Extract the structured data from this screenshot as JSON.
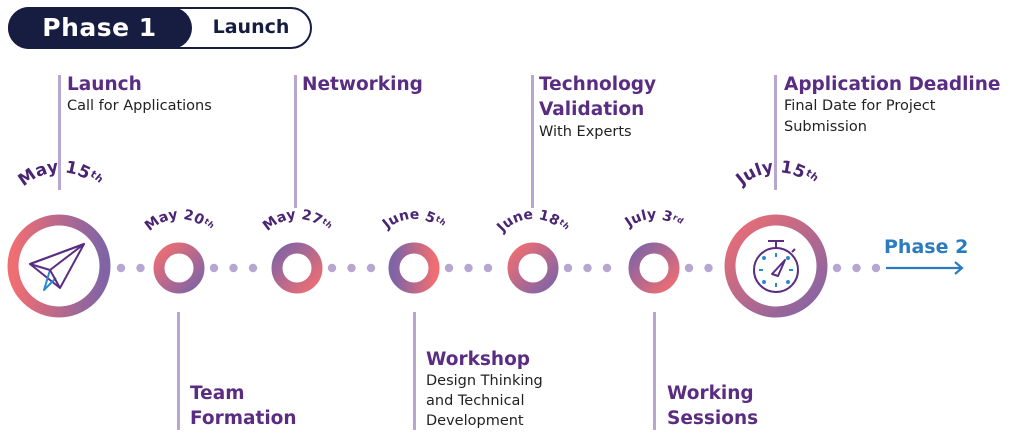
{
  "header": {
    "phase_label": "Phase 1",
    "phase_name": "Launch"
  },
  "colors": {
    "navy": "#161d40",
    "purple_text": "#5a2d82",
    "ring_coral": "#ef6e72",
    "ring_purple": "#7f64a6",
    "connector_dot": "#b7a6cf",
    "next_phase_blue": "#2a7bbf",
    "icon_blue": "#2a8ad0"
  },
  "milestones": [
    {
      "date": "May 15",
      "suffix": "th",
      "icon": "paper-plane-icon",
      "title": "Launch",
      "subtitle": "Call for Applications",
      "position": "above"
    },
    {
      "date": "May 20",
      "suffix": "th",
      "title": "Team Formation",
      "title_lines": [
        "Team",
        "Formation"
      ],
      "position": "below"
    },
    {
      "date": "May 27",
      "suffix": "th",
      "title": "Networking",
      "position": "above"
    },
    {
      "date": "June 5",
      "suffix": "th",
      "title": "Workshop",
      "subtitle_lines": [
        "Design Thinking",
        "and Technical",
        "Development"
      ],
      "position": "below"
    },
    {
      "date": "June 18",
      "suffix": "th",
      "title_lines": [
        "Technology",
        "Validation"
      ],
      "subtitle": "With Experts",
      "position": "above"
    },
    {
      "date": "July 3",
      "suffix": "rd",
      "title_lines": [
        "Working",
        "Sessions"
      ],
      "position": "below"
    },
    {
      "date": "July 15",
      "suffix": "th",
      "icon": "stopwatch-icon",
      "title": "Application Deadline",
      "subtitle_lines": [
        "Final Date for Project",
        "Submission"
      ],
      "position": "above"
    }
  ],
  "next_phase": {
    "label": "Phase 2",
    "icon": "arrow-right-icon"
  }
}
